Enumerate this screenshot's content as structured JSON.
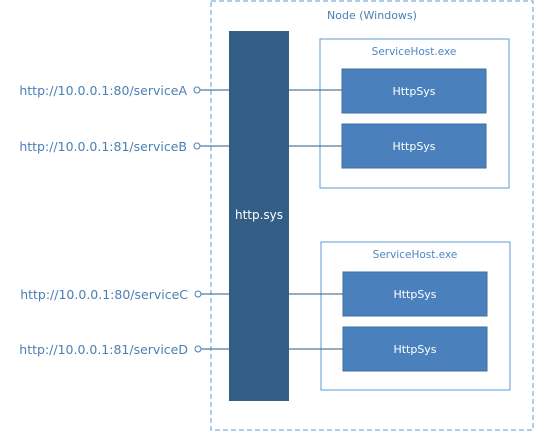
{
  "node": {
    "title": "Node (Windows)"
  },
  "http_sys": {
    "label": "http.sys"
  },
  "endpoints": [
    {
      "url": "http://10.0.0.1:80/serviceA"
    },
    {
      "url": "http://10.0.0.1:81/serviceB"
    },
    {
      "url": "http://10.0.0.1:80/serviceC"
    },
    {
      "url": "http://10.0.0.1:81/serviceD"
    }
  ],
  "service_hosts": [
    {
      "title": "ServiceHost.exe",
      "modules": [
        {
          "label": "HttpSys"
        },
        {
          "label": "HttpSys"
        }
      ]
    },
    {
      "title": "ServiceHost.exe",
      "modules": [
        {
          "label": "HttpSys"
        },
        {
          "label": "HttpSys"
        }
      ]
    }
  ],
  "colors": {
    "node_border": "#5b9bd5",
    "host_border": "#5b9bd5",
    "http_sys_fill": "#335f87",
    "module_fill": "#4a81bd",
    "module_stroke": "#3d6f9f",
    "link_text": "#4a7fb5",
    "line": "#2e5b82",
    "title_text": "#4a7fb5",
    "host_title_text": "#4a86c5"
  }
}
